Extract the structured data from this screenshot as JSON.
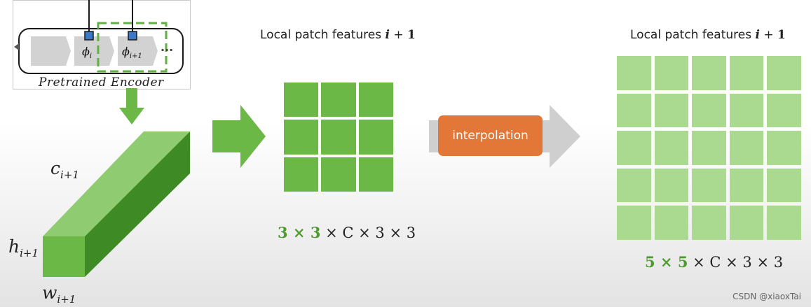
{
  "encoder": {
    "caption": "Pretrained Encoder",
    "phi_i": "ϕ",
    "phi_i_sub": "i",
    "phi_i1": "ϕ",
    "phi_i1_sub": "i+1",
    "ellipsis": "···"
  },
  "feature_map": {
    "c_label": "c",
    "c_sub": "i+1",
    "h_label": "h",
    "h_sub": "i+1",
    "w_label": "w",
    "w_sub": "i+1"
  },
  "patch_features_small": {
    "title_text": "Local patch features ",
    "title_var": "i",
    "title_op": " + ",
    "title_num": "1",
    "formula_highlight": "3 × 3",
    "formula_rest": " × C × 3 × 3",
    "grid_rows": 3,
    "grid_cols": 3
  },
  "interpolation": {
    "label": "interpolation"
  },
  "patch_features_large": {
    "title_text": "Local patch features ",
    "title_var": "i",
    "title_op": " + ",
    "title_num": "1",
    "formula_highlight": "5 × 5",
    "formula_rest": " × C × 3 × 3",
    "grid_rows": 5,
    "grid_cols": 5
  },
  "watermark": "CSDN @xiaoxTai",
  "colors": {
    "green_dark": "#4f9a2f",
    "green_mid": "#6cb847",
    "green_light": "#a9da8f",
    "orange": "#e27737",
    "gray_arrow": "#cfcfcf",
    "encoder_blue": "#3c78c8"
  }
}
